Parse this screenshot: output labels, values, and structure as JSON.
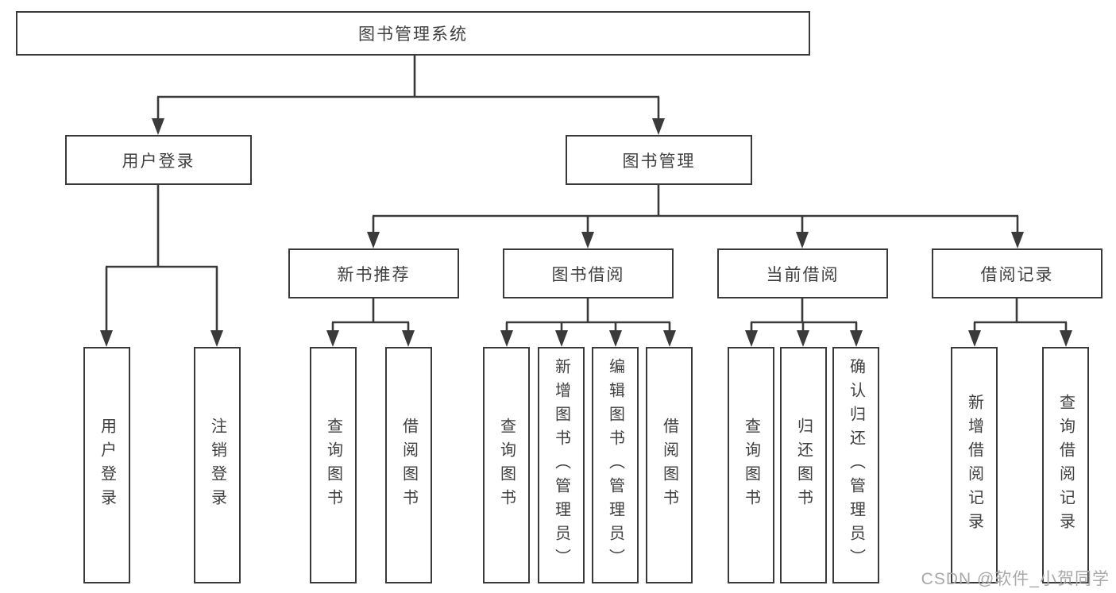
{
  "tree": {
    "root": {
      "label": "图书管理系统"
    },
    "user_login": {
      "label": "用户登录",
      "children": [
        {
          "label": "用户登录"
        },
        {
          "label": "注销登录"
        }
      ]
    },
    "book_management": {
      "label": "图书管理"
    },
    "new_book_recommend": {
      "label": "新书推荐",
      "children": [
        {
          "label": "查询图书"
        },
        {
          "label": "借阅图书"
        }
      ]
    },
    "book_borrow": {
      "label": "图书借阅",
      "children": [
        {
          "label": "查询图书"
        },
        {
          "label": "新增图书（管理员）"
        },
        {
          "label": "编辑图书（管理员）"
        },
        {
          "label": "借阅图书"
        }
      ]
    },
    "current_borrow": {
      "label": "当前借阅",
      "children": [
        {
          "label": "查询图书"
        },
        {
          "label": "归还图书"
        },
        {
          "label": "确认归还（管理员）"
        }
      ]
    },
    "borrow_records": {
      "label": "借阅记录",
      "children": [
        {
          "label": "新增借阅记录"
        },
        {
          "label": "查询借阅记录"
        }
      ]
    }
  },
  "watermark": "CSDN @软件_小贺同学",
  "colors": {
    "line": "#3a3a3a",
    "text": "#3f3f3f",
    "page-bg": "#ffffff",
    "watermark": "#a9a9a9"
  }
}
